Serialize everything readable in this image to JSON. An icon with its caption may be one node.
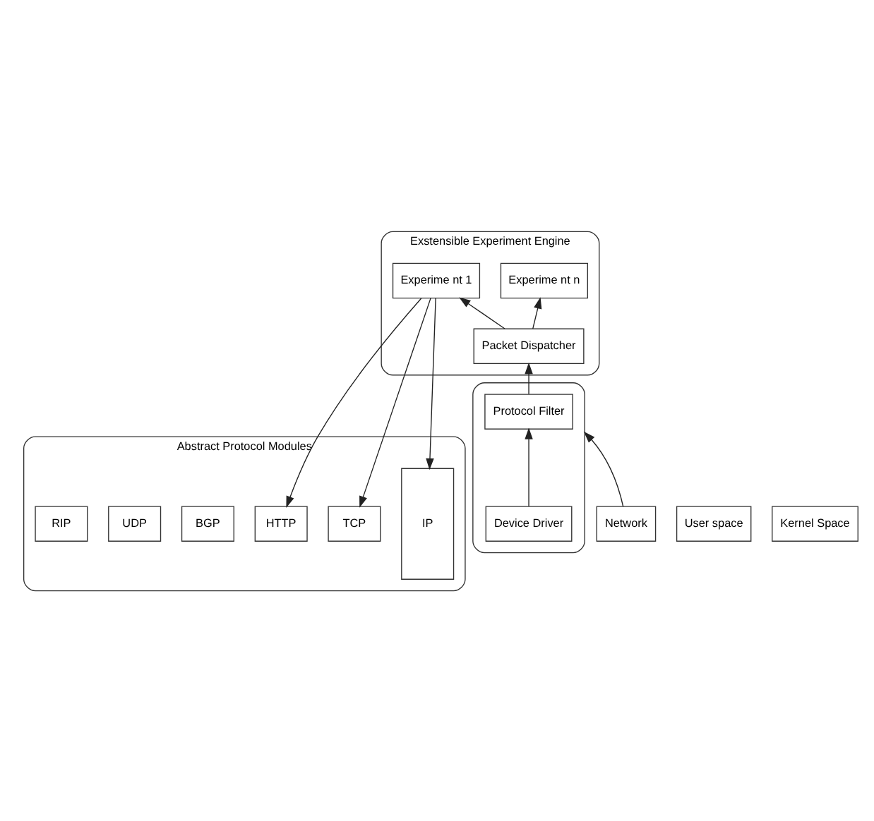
{
  "diagram": {
    "nodes": [
      {
        "text": [
          "Abstract Protocol Modules"
        ]
      },
      {
        "text": [
          "IP"
        ],
        "in": 0
      },
      {
        "text": [
          "TCP"
        ],
        "in": 0
      },
      {
        "text": [
          "HTTP"
        ],
        "in": 0
      },
      {
        "text": [
          "BGP"
        ],
        "in": 0
      },
      {
        "text": [
          "UDP"
        ],
        "in": 0
      },
      {
        "text": [
          "RIP"
        ],
        "in": 0
      },
      {
        "text": [
          "Exstensible Experiment Engine"
        ]
      },
      {
        "text": [
          "Experime nt 1"
        ],
        "in": 7
      },
      {
        "text": [
          "Experime nt n"
        ],
        "in": 7
      },
      {
        "text": [
          "Packet Dispatcher"
        ],
        "in": 7
      },
      {
        "text": [
          "User space"
        ]
      },
      {
        "text": [
          "Kernel Space"
        ]
      },
      {
        "text": [],
        "shape": "box"
      },
      {
        "text": [
          "Protocol Filter"
        ],
        "in": 13
      },
      {
        "text": [
          "Device Driver"
        ],
        "in": 13
      },
      {
        "text": [
          "Network"
        ]
      }
    ],
    "edges": [
      {
        "from": 8,
        "to": 3,
        "arrow": "to"
      },
      {
        "from": 8,
        "to": 2,
        "arrow": "to"
      },
      {
        "from": 8,
        "to": 1,
        "arrow": "to"
      },
      {
        "from": 10,
        "to": 8,
        "arrow": "to"
      },
      {
        "from": 10,
        "to": 9,
        "arrow": "to"
      },
      {
        "from": 14,
        "to": 10,
        "arrow": "to"
      },
      {
        "from": 15,
        "to": 14,
        "arrow": "to"
      },
      {
        "from": 16,
        "to": 13,
        "arrow": "to"
      }
    ]
  }
}
